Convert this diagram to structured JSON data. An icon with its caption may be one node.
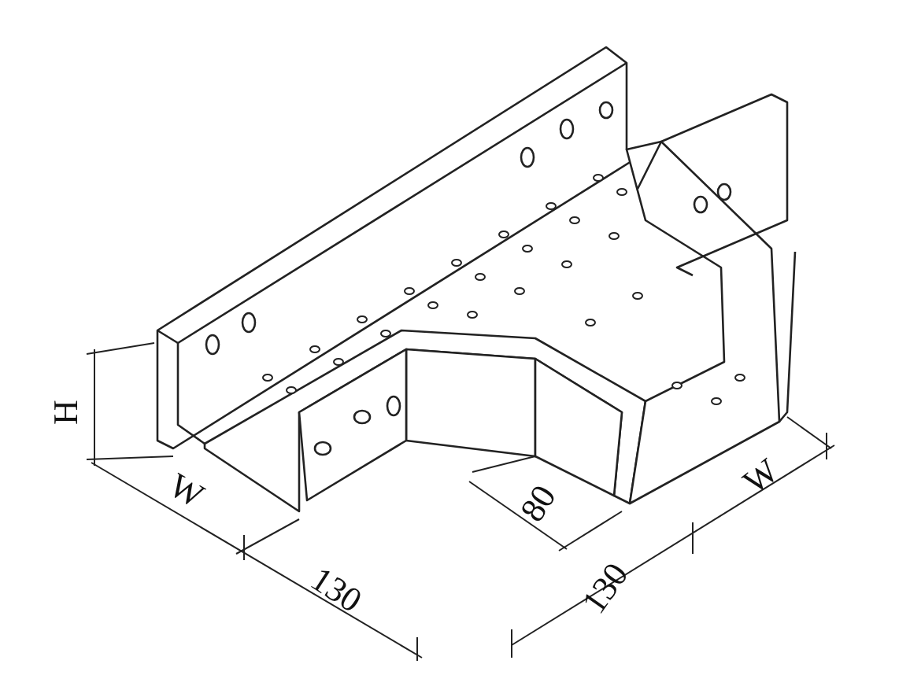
{
  "diagram": {
    "labels": [
      "H",
      "W",
      "130",
      "80",
      "130",
      "W"
    ]
  }
}
